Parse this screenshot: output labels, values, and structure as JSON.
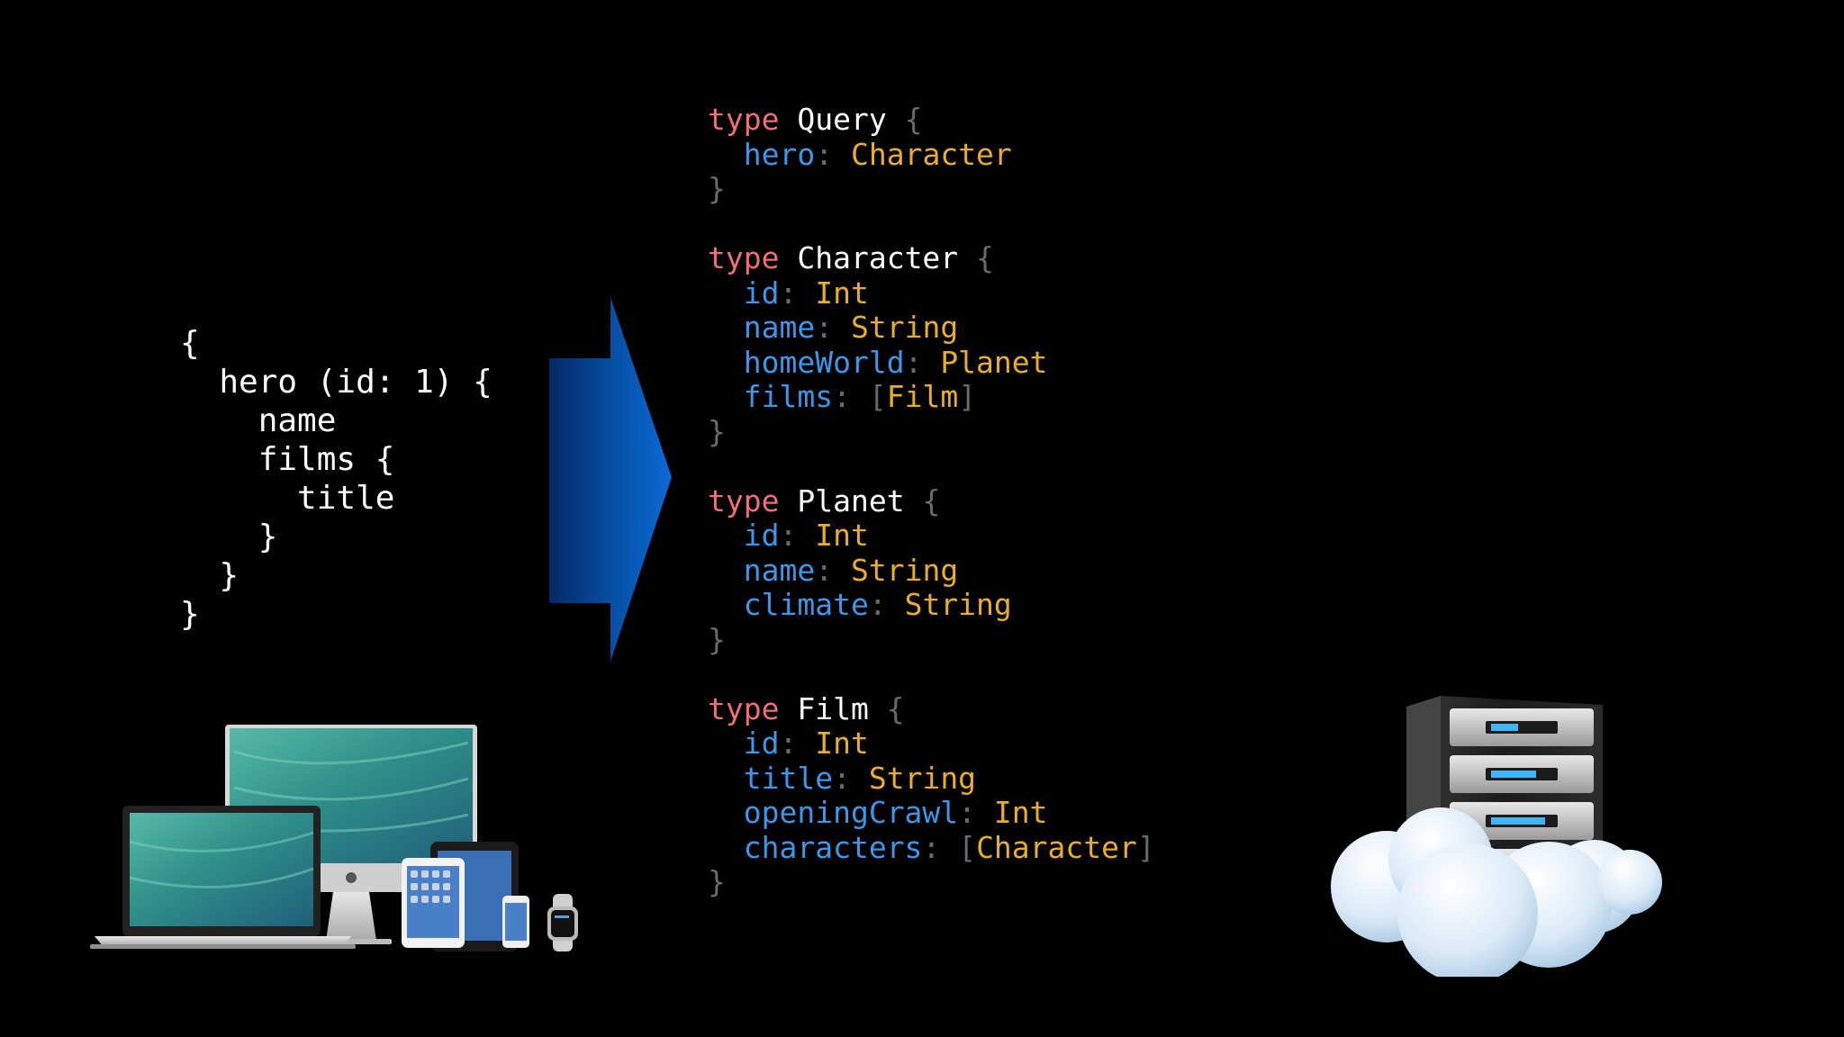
{
  "query": {
    "lines": [
      "{",
      "  hero (id: 1) {",
      "    name",
      "    films {",
      "      title",
      "    }",
      "  }",
      "}"
    ]
  },
  "schema": {
    "types": [
      {
        "keyword": "type",
        "name": "Query",
        "open": "{",
        "close": "}",
        "fields": [
          {
            "name": "hero",
            "sep": ":",
            "type": "Character",
            "list": false
          }
        ]
      },
      {
        "keyword": "type",
        "name": "Character",
        "open": "{",
        "close": "}",
        "fields": [
          {
            "name": "id",
            "sep": ":",
            "type": "Int",
            "list": false
          },
          {
            "name": "name",
            "sep": ":",
            "type": "String",
            "list": false
          },
          {
            "name": "homeWorld",
            "sep": ":",
            "type": "Planet",
            "list": false
          },
          {
            "name": "films",
            "sep": ":",
            "type": "Film",
            "list": true
          }
        ]
      },
      {
        "keyword": "type",
        "name": "Planet",
        "open": "{",
        "close": "}",
        "fields": [
          {
            "name": "id",
            "sep": ":",
            "type": "Int",
            "list": false
          },
          {
            "name": "name",
            "sep": ":",
            "type": "String",
            "list": false
          },
          {
            "name": "climate",
            "sep": ":",
            "type": "String",
            "list": false
          }
        ]
      },
      {
        "keyword": "type",
        "name": "Film",
        "open": "{",
        "close": "}",
        "fields": [
          {
            "name": "id",
            "sep": ":",
            "type": "Int",
            "list": false
          },
          {
            "name": "title",
            "sep": ":",
            "type": "String",
            "list": false
          },
          {
            "name": "openingCrawl",
            "sep": ":",
            "type": "Int",
            "list": false
          },
          {
            "name": "characters",
            "sep": ":",
            "type": "Character",
            "list": true
          }
        ]
      }
    ]
  },
  "colors": {
    "keyword": "#ef6f74",
    "type_name": "#ffffff",
    "field": "#3d97e9",
    "field_type": "#e9ad2c",
    "punctuation": "#6a6a6a",
    "arrow": "#0a5fc4"
  },
  "icons": {
    "devices": "apple-devices-illustration",
    "server": "server-cloud-illustration",
    "arrow": "right-arrow-icon"
  }
}
